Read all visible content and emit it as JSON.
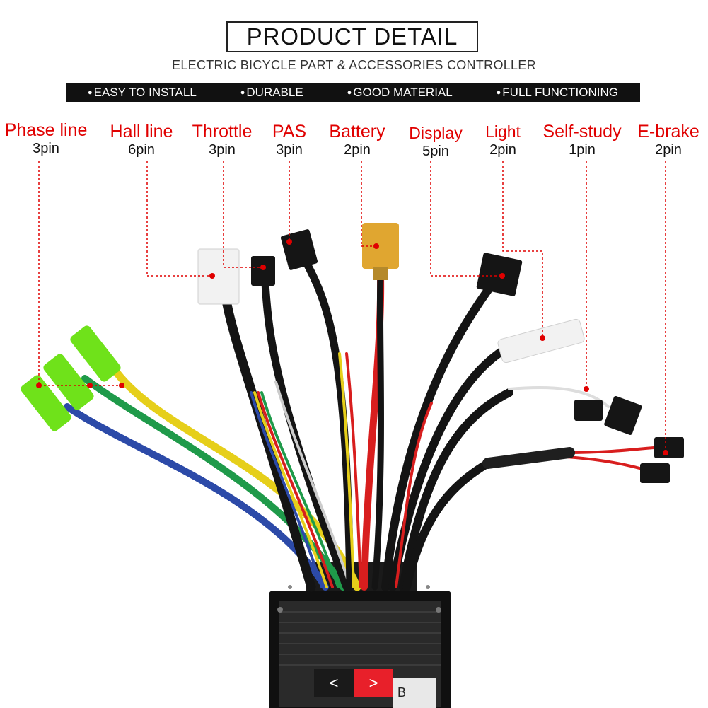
{
  "header": {
    "title": "PRODUCT  DETAIL",
    "subtitle": "ELECTRIC BICYCLE PART & ACCESSORIES CONTROLLER"
  },
  "features": [
    "EASY TO INSTALL",
    "DURABLE",
    "GOOD MATERIAL",
    "FULL FUNCTIONING"
  ],
  "connectors": [
    {
      "name": "Phase line",
      "pins": "3pin"
    },
    {
      "name": "Hall line",
      "pins": "6pin"
    },
    {
      "name": "Throttle",
      "pins": "3pin"
    },
    {
      "name": "PAS",
      "pins": "3pin"
    },
    {
      "name": "Battery",
      "pins": "2pin"
    },
    {
      "name": "Display",
      "pins": "5pin"
    },
    {
      "name": "Light",
      "pins": "2pin"
    },
    {
      "name": "Self-study",
      "pins": "1pin"
    },
    {
      "name": "E-brake",
      "pins": "2pin"
    }
  ],
  "controller_label": "B",
  "nav": {
    "prev": "<",
    "next": ">"
  },
  "colors": {
    "accent_red": "#e00000",
    "wire_red": "#d81e1e",
    "wire_blue": "#2c4aa8",
    "wire_green": "#1f9a4a",
    "wire_yellow": "#e6cf1a",
    "wire_black": "#141414",
    "phase_tip": "#6fe21a"
  }
}
